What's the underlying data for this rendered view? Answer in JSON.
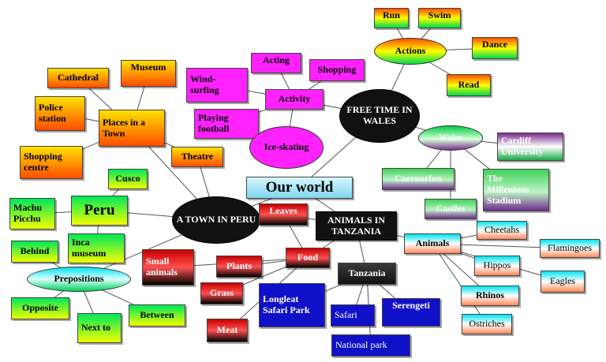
{
  "diagram": {
    "center": "Our world",
    "hubs": {
      "town_peru": "A TOWN IN PERU",
      "free_time": "FREE TIME IN WALES",
      "animals_tanzania": "ANIMALS IN TANZANIA"
    },
    "town_branch": {
      "places": "Places in a Town",
      "cathedral": "Cathedral",
      "museum": "Museum",
      "police": "Police station",
      "shopping_centre": "Shopping centre",
      "theatre": "Theatre",
      "peru": "Peru",
      "cusco": "Cusco",
      "machu_picchu": "Machu Picchu",
      "inca_museum": "Inca museum",
      "prepositions": "Prepositions",
      "behind": "Behind",
      "opposite": "Opposite",
      "next_to": "Next to",
      "between": "Between"
    },
    "free_time_branch": {
      "actions": "Actions",
      "run": "Run",
      "swim": "Swim",
      "dance": "Dance",
      "read": "Read",
      "activity": "Activity",
      "acting": "Acting",
      "shopping": "Shopping",
      "windsurfing": "Wind-surfing",
      "football": "Playing football",
      "ice_skating": "Ice-skating",
      "wales": "Wales",
      "cardiff": "Cardiff University",
      "caernarfon": "Caernarfon",
      "millenium": "The Millenium Stadium",
      "castles": "Castles"
    },
    "animals_branch": {
      "leaves": "Leaves",
      "food": "Food",
      "small_animals": "Small animals",
      "plants": "Plants",
      "grass": "Grass",
      "meat": "Meat",
      "longleat": "Longleat Safari Park",
      "tanzania": "Tanzania",
      "safari": "Safari",
      "serengeti": "Serengeti",
      "national_park": "National park",
      "animals": "Animals",
      "cheetahs": "Cheetahs",
      "flamingoes": "Flamingoes",
      "hippos": "Hippos",
      "eagles": "Eagles",
      "rhinos": "Rhinos",
      "ostriches": "Ostriches"
    },
    "colors": {
      "line": "#555555",
      "center_fill": "#bfeefa",
      "hub_fill": "#000000"
    }
  }
}
